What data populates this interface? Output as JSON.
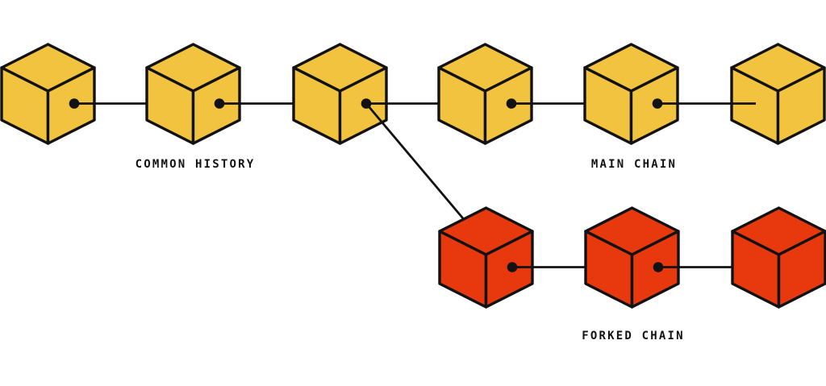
{
  "labels": {
    "common_history": "COMMON HISTORY",
    "main_chain": "MAIN CHAIN",
    "forked_chain": "FORKED CHAIN"
  },
  "colors": {
    "main_block": "#F2C33E",
    "forked_block": "#E8390E",
    "outline": "#121212",
    "background": "#FFFFFF"
  },
  "main_chain": {
    "block_count": 6
  },
  "forked_chain": {
    "block_count": 3
  }
}
